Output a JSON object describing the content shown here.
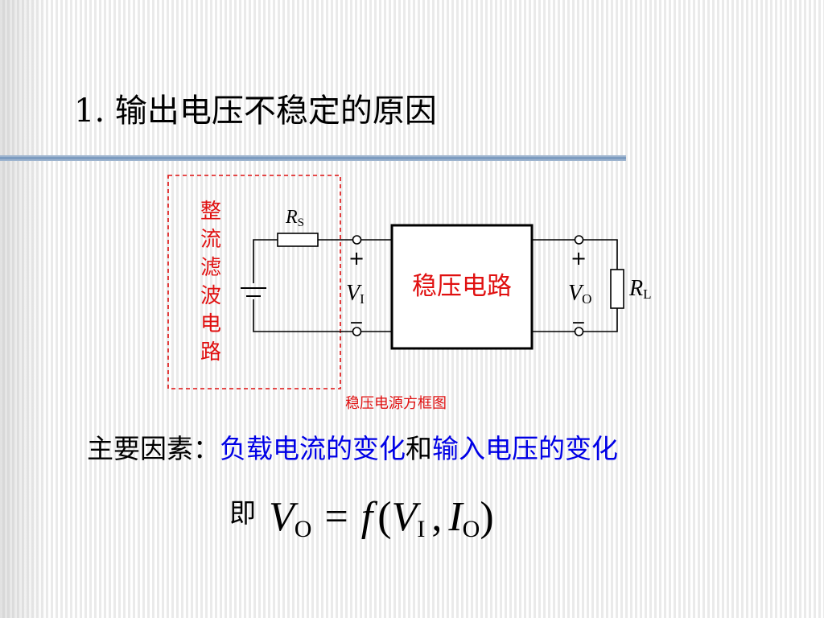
{
  "slide": {
    "title": "1. 输出电压不稳定的原因",
    "diagram": {
      "left_box_label": [
        "整",
        "流",
        "滤",
        "波",
        "电",
        "路"
      ],
      "rs_label": "R",
      "rs_sub": "S",
      "vi_plus": "+",
      "vi_label": "V",
      "vi_sub": "I",
      "vi_minus": "−",
      "center_label": "稳压电路",
      "vo_plus": "+",
      "vo_label": "V",
      "vo_sub": "O",
      "vo_minus": "−",
      "rl_label": "R",
      "rl_sub": "L",
      "caption": "稳压电源方框图"
    },
    "factors": {
      "prefix": "主要因素：",
      "item1": "负载电流的变化",
      "conj": "和",
      "item2": "输入电压的变化"
    },
    "formula": {
      "ji": "即",
      "lhs_var": "V",
      "lhs_sub": "O",
      "eq": "=",
      "func": "f",
      "open": "(",
      "arg1_var": "V",
      "arg1_sub": "I",
      "comma": ",",
      "arg2_var": "I",
      "arg2_sub": "O",
      "close": ")"
    },
    "colors": {
      "red": "#e01010",
      "blue": "#0000e6",
      "bar": "#9db4cf"
    }
  }
}
